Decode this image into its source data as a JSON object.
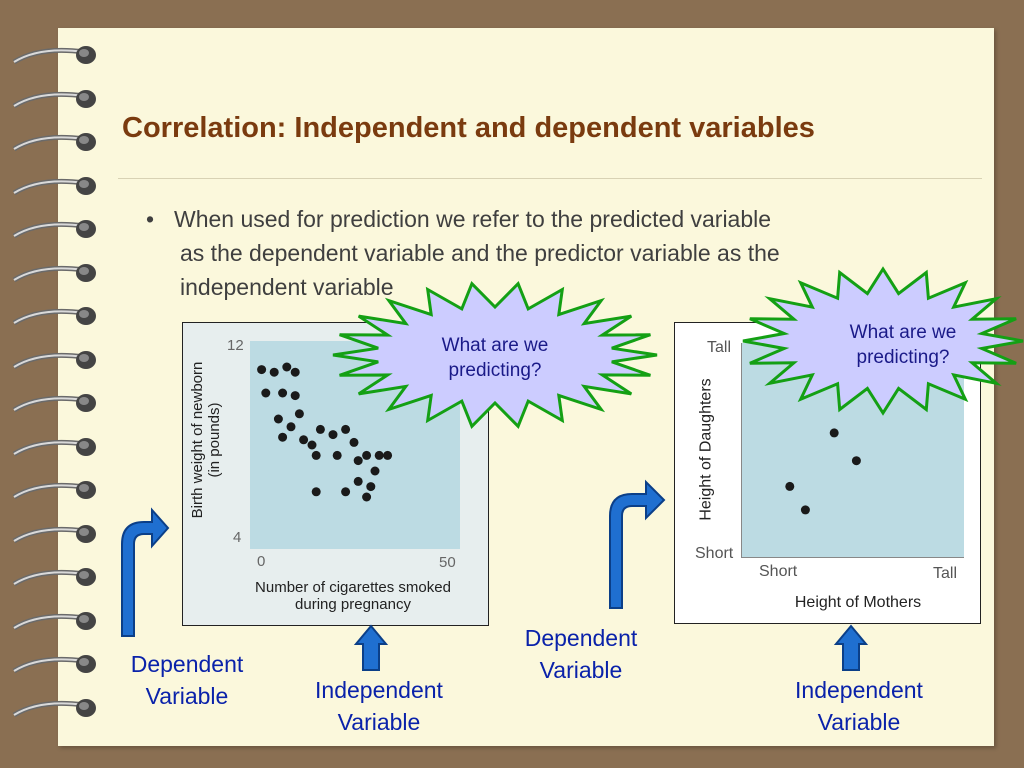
{
  "slide": {
    "title": "Correlation: Independent and dependent variables",
    "bullet_marker": "•",
    "bullet_line1": "When used for prediction we refer to the predicted variable",
    "bullet_line2": "as the dependent variable and the predictor variable as the",
    "bullet_line3": "independent variable"
  },
  "left_chart": {
    "ylabel_line1": "Birth weight of newborn",
    "ylabel_line2": "(in pounds)",
    "xlabel_line1": "Number of cigarettes smoked",
    "xlabel_line2": "during pregnancy",
    "y_top_tick": "12",
    "y_bottom_tick": "4",
    "x_left_tick": "0",
    "x_right_tick": "50",
    "starburst_line1": "What are we",
    "starburst_line2": "predicting?"
  },
  "right_chart": {
    "ylabel": "Height of Daughters",
    "xlabel": "Height of Mothers",
    "y_top_tick": "Tall",
    "y_bottom_tick": "Short",
    "x_left_tick": "Short",
    "x_right_tick": "Tall",
    "starburst_line1": "What are we",
    "starburst_line2": "predicting?"
  },
  "callouts": {
    "left_dependent_line1": "Dependent",
    "left_dependent_line2": "Variable",
    "left_independent_line1": "Independent",
    "left_independent_line2": "Variable",
    "right_dependent_line1": "Dependent",
    "right_dependent_line2": "Variable",
    "right_independent_line1": "Independent",
    "right_independent_line2": "Variable"
  },
  "chart_data": [
    {
      "type": "scatter",
      "xlabel": "Number of cigarettes smoked during pregnancy",
      "ylabel": "Birth weight of newborn (in pounds)",
      "xlim": [
        0,
        50
      ],
      "ylim": [
        4,
        12
      ],
      "points": [
        {
          "x": 3,
          "y": 10.9
        },
        {
          "x": 6,
          "y": 10.8
        },
        {
          "x": 4,
          "y": 10.0
        },
        {
          "x": 9,
          "y": 11.0
        },
        {
          "x": 11,
          "y": 10.8
        },
        {
          "x": 8,
          "y": 10.0
        },
        {
          "x": 11,
          "y": 9.9
        },
        {
          "x": 7,
          "y": 9.0
        },
        {
          "x": 12,
          "y": 9.2
        },
        {
          "x": 8,
          "y": 8.3
        },
        {
          "x": 10,
          "y": 8.7
        },
        {
          "x": 13,
          "y": 8.2
        },
        {
          "x": 15,
          "y": 8.0
        },
        {
          "x": 16,
          "y": 7.6
        },
        {
          "x": 17,
          "y": 8.6
        },
        {
          "x": 20,
          "y": 8.4
        },
        {
          "x": 21,
          "y": 7.6
        },
        {
          "x": 23,
          "y": 8.6
        },
        {
          "x": 25,
          "y": 8.1
        },
        {
          "x": 28,
          "y": 7.6
        },
        {
          "x": 26,
          "y": 7.4
        },
        {
          "x": 31,
          "y": 7.6
        },
        {
          "x": 30,
          "y": 7.0
        },
        {
          "x": 33,
          "y": 7.6
        },
        {
          "x": 16,
          "y": 6.2
        },
        {
          "x": 23,
          "y": 6.2
        },
        {
          "x": 28,
          "y": 6.0
        },
        {
          "x": 26,
          "y": 6.6
        },
        {
          "x": 29,
          "y": 6.4
        }
      ]
    },
    {
      "type": "scatter",
      "xlabel": "Height of Mothers",
      "ylabel": "Height of Daughters",
      "x_tick_labels": [
        "Short",
        "Tall"
      ],
      "y_tick_labels": [
        "Short",
        "Tall"
      ],
      "xlim": [
        0,
        1
      ],
      "ylim": [
        0,
        1
      ],
      "points": [
        {
          "x": 0.42,
          "y": 0.58
        },
        {
          "x": 0.52,
          "y": 0.45
        },
        {
          "x": 0.22,
          "y": 0.33
        },
        {
          "x": 0.29,
          "y": 0.22
        }
      ]
    }
  ]
}
